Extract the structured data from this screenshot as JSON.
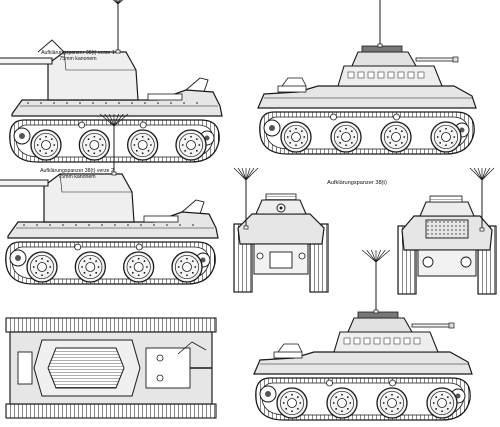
{
  "caption_v1": {
    "line1": "Aufklärungspanzer 38(t) verze 1",
    "line2": "75mm kanonem"
  },
  "caption_v2": {
    "line1": "Aufklärungspanzer 38(t) verze 2",
    "line2": "75mm kanonem"
  },
  "caption_main": {
    "line1": "Aufklärungspanzer 38(t)"
  },
  "colors": {
    "line": "#1a1a1a",
    "hull": "#e6e6e6",
    "dark": "#555555",
    "wheel": "#f4f4f4"
  },
  "icons": [
    "antenna-icon",
    "road-wheel-icon",
    "track-icon"
  ]
}
